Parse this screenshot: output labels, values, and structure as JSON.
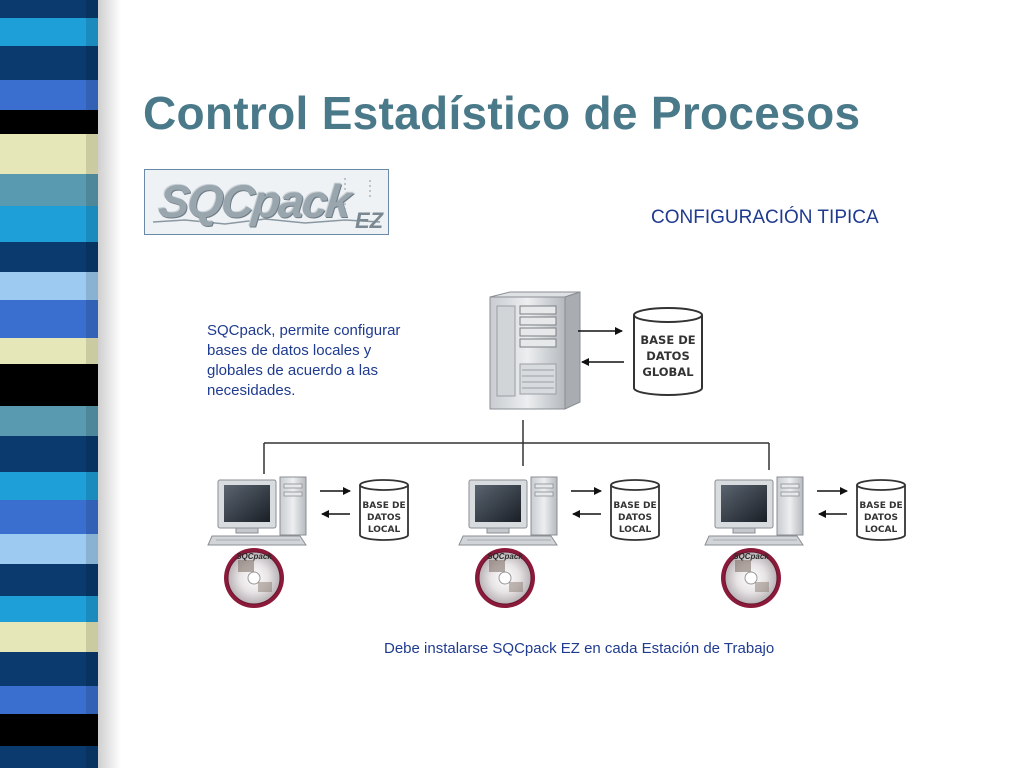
{
  "slide": {
    "title": "Control Estadístico de Procesos",
    "logo": {
      "main_text": "SQCpack",
      "suffix_text": "EZ"
    },
    "config_label": "CONFIGURACIÓN TIPICA",
    "description": "SQCpack, permite configurar bases de datos locales y globales de acuerdo a las necesidades.",
    "install_note": "Debe instalarse SQCpack EZ en cada Estación de Trabajo"
  },
  "diagram": {
    "global_db": {
      "line1": "BASE DE",
      "line2": "DATOS",
      "line3": "GLOBAL"
    },
    "workstations": [
      {
        "db_line1": "BASE DE",
        "db_line2": "DATOS",
        "db_line3": "LOCAL",
        "cd_label": "SQCpack"
      },
      {
        "db_line1": "BASE DE",
        "db_line2": "DATOS",
        "db_line3": "LOCAL",
        "cd_label": "SQCpack"
      },
      {
        "db_line1": "BASE DE",
        "db_line2": "DATOS",
        "db_line3": "LOCAL",
        "cd_label": "SQCpack"
      }
    ]
  },
  "colors": {
    "title": "#4a7a8a",
    "body_text": "#1f3b8f",
    "stripe_palette": [
      "#0a3a6e",
      "#3a6fd0",
      "#5a9ab0",
      "#e6e7b8",
      "#1f9fd8",
      "#000000",
      "#9ccaf0"
    ]
  }
}
